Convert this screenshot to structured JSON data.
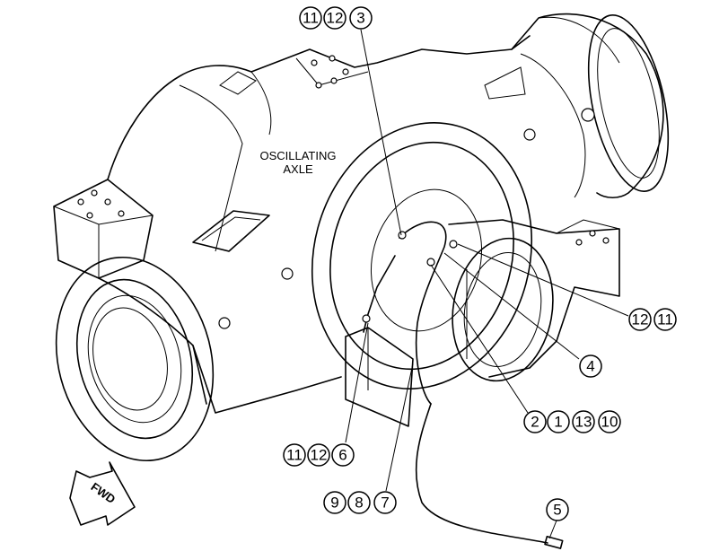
{
  "axle_label": {
    "line1": "OSCILLATING",
    "line2": "AXLE"
  },
  "fwd_label": "FWD",
  "callouts": [
    {
      "id": "top",
      "numbers": [
        "11",
        "12",
        "3"
      ]
    },
    {
      "id": "right-upper",
      "numbers": [
        "12",
        "11"
      ]
    },
    {
      "id": "right-middle",
      "numbers": [
        "4"
      ]
    },
    {
      "id": "right-lower",
      "numbers": [
        "2",
        "1",
        "13",
        "10"
      ]
    },
    {
      "id": "left-lower",
      "numbers": [
        "11",
        "12",
        "6"
      ]
    },
    {
      "id": "bottom",
      "numbers": [
        "9",
        "8",
        "7"
      ]
    },
    {
      "id": "cable-end",
      "numbers": [
        "5"
      ]
    }
  ]
}
